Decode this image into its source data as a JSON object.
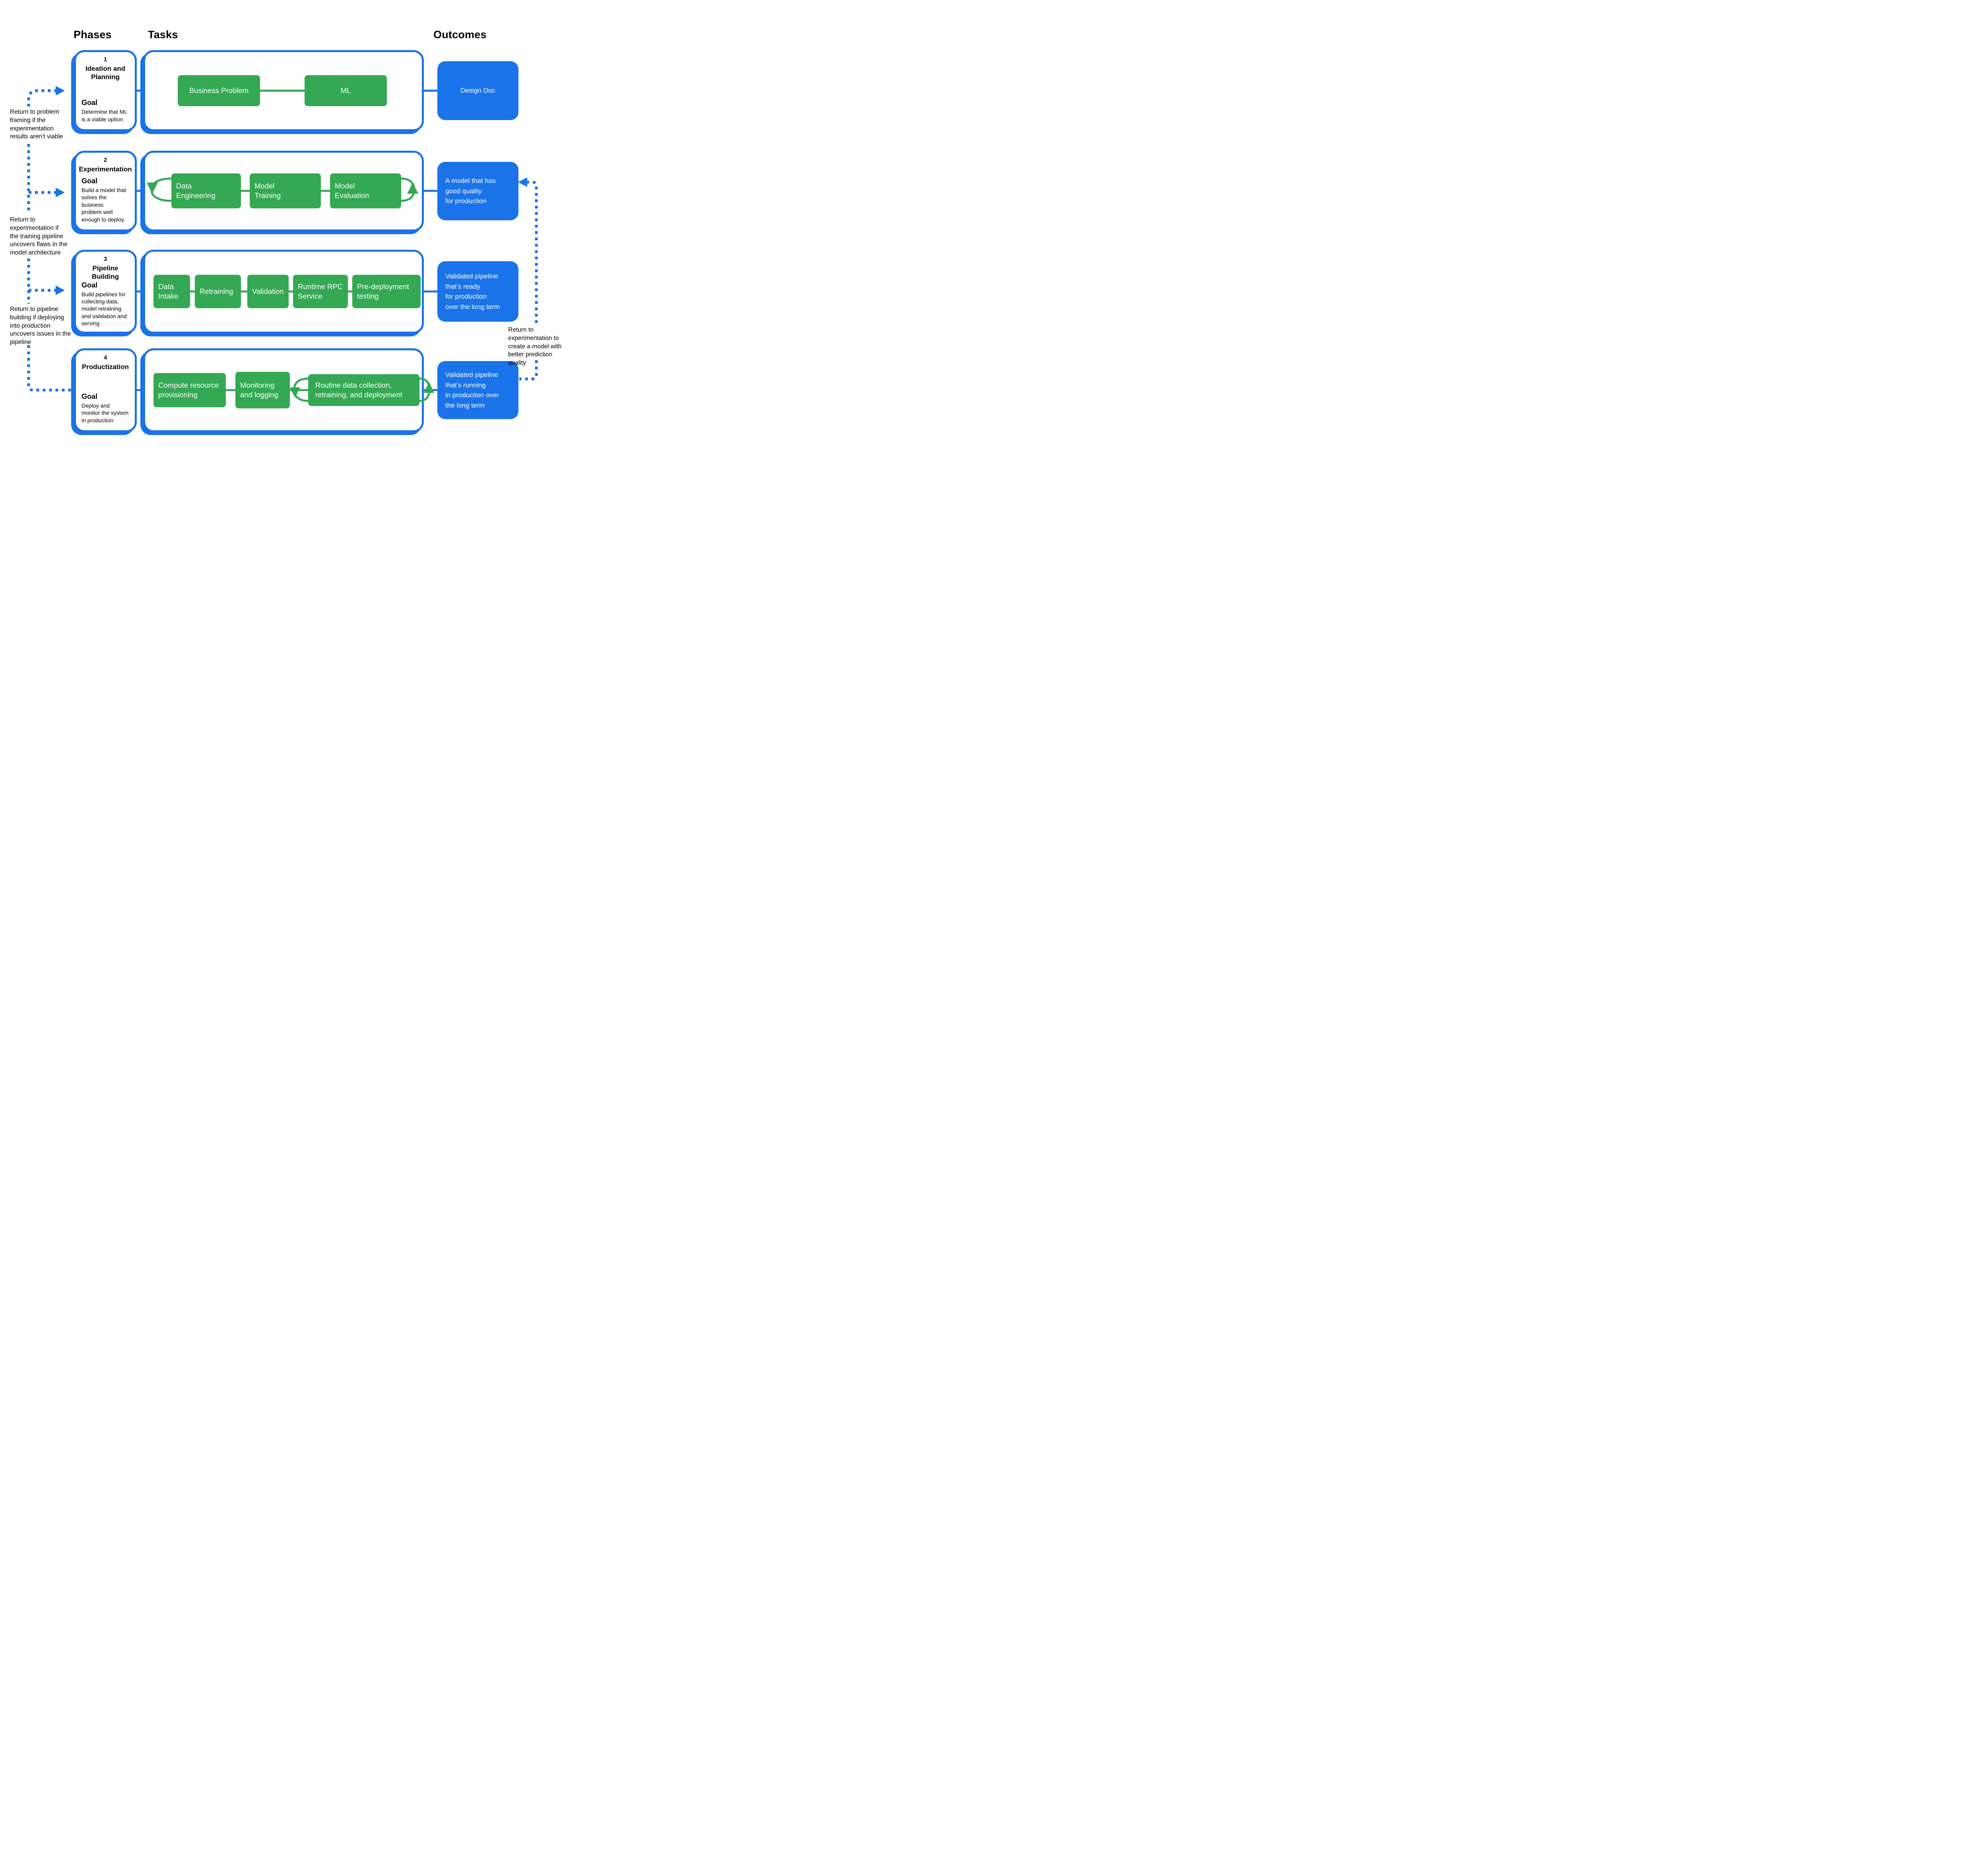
{
  "colors": {
    "blue": "#1a73e8",
    "green": "#34a853",
    "text": "#000000",
    "background": "#ffffff"
  },
  "headers": {
    "phases": "Phases",
    "tasks": "Tasks",
    "outcomes": "Outcomes"
  },
  "phases": [
    {
      "number": "1",
      "title": "Ideation and\nPlanning",
      "goal_label": "Goal",
      "goal_text": "Determine that ML\nis a viable option"
    },
    {
      "number": "2",
      "title": "Experimentation",
      "goal_label": "Goal",
      "goal_text": "Build a model that\nsolves the business\nproblem well\nenough to deploy"
    },
    {
      "number": "3",
      "title": "Pipeline Building",
      "goal_label": "Goal",
      "goal_text": "Build pipelines for\ncollecting data,\nmodel retraining\nand validation and\nserving"
    },
    {
      "number": "4",
      "title": "Productization",
      "goal_label": "Goal",
      "goal_text": "Deploy and\nmonitor the system\nin production"
    }
  ],
  "tasks": {
    "row1": [
      "Business Problem",
      "ML"
    ],
    "row2": [
      "Data\nEngineering",
      "Model\nTraining",
      "Model\nEvaluation"
    ],
    "row3": [
      "Data\nIntake",
      "Retraining",
      "Validation",
      "Runtime RPC\nService",
      "Pre-deployment\ntesting"
    ],
    "row4": [
      "Compute resource\nprovisioning",
      "Monitoring\nand logging",
      "Routine data collection,\nretraining, and deployment"
    ]
  },
  "outcomes": [
    "Design Doc",
    "A model that has\ngood quality\nfor production",
    "Validated pipeline\nthat’s ready\nfor production\nover the long term",
    "Validated pipeline\nthat’s running\nin production over\nthe long term"
  ],
  "annotations": {
    "left1": "Return to problem\nframing if the\nexperimentation\nresults aren’t viable",
    "left2": "Return to\nexperimentation if\nthe training pipeline\nuncovers flaws in the\nmodel architecture",
    "left3": "Return to pipeline\nbuilding if deploying\ninto production\nuncovers issues in the\npipeline",
    "right1": "Return to\nexperimentation to\ncreate a model with\nbetter prediction\nquality"
  }
}
